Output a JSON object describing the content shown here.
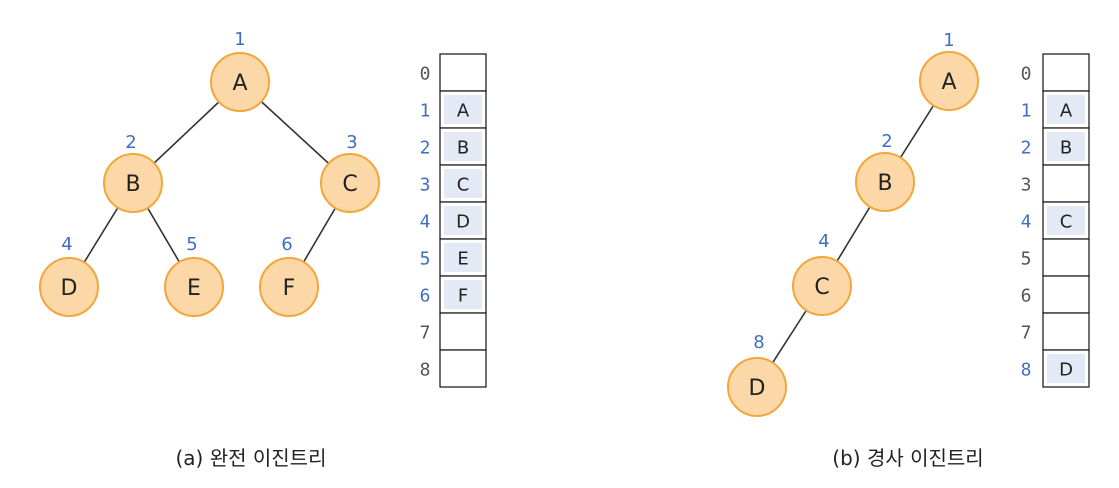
{
  "colors": {
    "node_fill": "#fcd8a8",
    "node_stroke": "#f3a63a",
    "index_blue": "#3f6fc2",
    "index_gray": "#555555",
    "cell_filled": "#e3eaf5",
    "edge": "#333333"
  },
  "diagrams": [
    {
      "caption": "(a) 완전 이진트리",
      "nodes": [
        {
          "label": "A",
          "index": "1"
        },
        {
          "label": "B",
          "index": "2"
        },
        {
          "label": "C",
          "index": "3"
        },
        {
          "label": "D",
          "index": "4"
        },
        {
          "label": "E",
          "index": "5"
        },
        {
          "label": "F",
          "index": "6"
        }
      ],
      "edges": [
        [
          "A",
          "B"
        ],
        [
          "A",
          "C"
        ],
        [
          "B",
          "D"
        ],
        [
          "B",
          "E"
        ],
        [
          "C",
          "F"
        ]
      ],
      "array": [
        {
          "index": "0",
          "value": ""
        },
        {
          "index": "1",
          "value": "A"
        },
        {
          "index": "2",
          "value": "B"
        },
        {
          "index": "3",
          "value": "C"
        },
        {
          "index": "4",
          "value": "D"
        },
        {
          "index": "5",
          "value": "E"
        },
        {
          "index": "6",
          "value": "F"
        },
        {
          "index": "7",
          "value": ""
        },
        {
          "index": "8",
          "value": ""
        }
      ]
    },
    {
      "caption": "(b) 경사 이진트리",
      "nodes": [
        {
          "label": "A",
          "index": "1"
        },
        {
          "label": "B",
          "index": "2"
        },
        {
          "label": "C",
          "index": "4"
        },
        {
          "label": "D",
          "index": "8"
        }
      ],
      "edges": [
        [
          "A",
          "B"
        ],
        [
          "B",
          "C"
        ],
        [
          "C",
          "D"
        ]
      ],
      "array": [
        {
          "index": "0",
          "value": ""
        },
        {
          "index": "1",
          "value": "A"
        },
        {
          "index": "2",
          "value": "B"
        },
        {
          "index": "3",
          "value": ""
        },
        {
          "index": "4",
          "value": "C"
        },
        {
          "index": "5",
          "value": ""
        },
        {
          "index": "6",
          "value": ""
        },
        {
          "index": "7",
          "value": ""
        },
        {
          "index": "8",
          "value": "D"
        }
      ]
    }
  ]
}
